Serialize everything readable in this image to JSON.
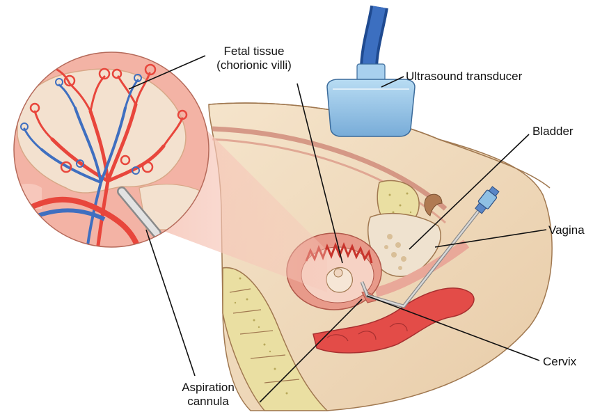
{
  "labels": {
    "fetal_tissue_line1": "Fetal tissue",
    "fetal_tissue_line2": "(chorionic villi)",
    "ultrasound_transducer": "Ultrasound transducer",
    "bladder": "Bladder",
    "vagina": "Vagina",
    "cervix": "Cervix",
    "aspiration_line1": "Aspiration",
    "aspiration_line2": "cannula"
  },
  "colors": {
    "skin": "#f1dcc0",
    "skin_dark": "#e3c39c",
    "outline": "#a07850",
    "uterus_wall": "#e89a8a",
    "uterus_inner": "#f6d2c4",
    "villi_red": "#e8463c",
    "villi_blue": "#3f6fc0",
    "bone": "#eadfa2",
    "bone_dot": "#b7a85a",
    "intestine": "#e34c48",
    "transducer": "#8fc0e4",
    "cable": "#2f5fa8",
    "cannula": "#c8c8c8",
    "magnifier_bg": "#f3b3a5",
    "magnifier_tissue": "#f3e1cf"
  },
  "icons": {
    "transducer": "ultrasound-probe-icon",
    "syringe": "syringe-icon"
  }
}
